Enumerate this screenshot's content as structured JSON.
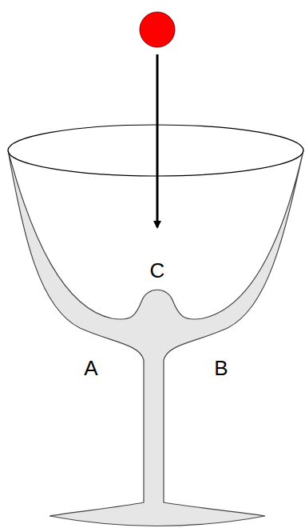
{
  "diagram": {
    "labels": [
      "C",
      "A",
      "B"
    ]
  }
}
